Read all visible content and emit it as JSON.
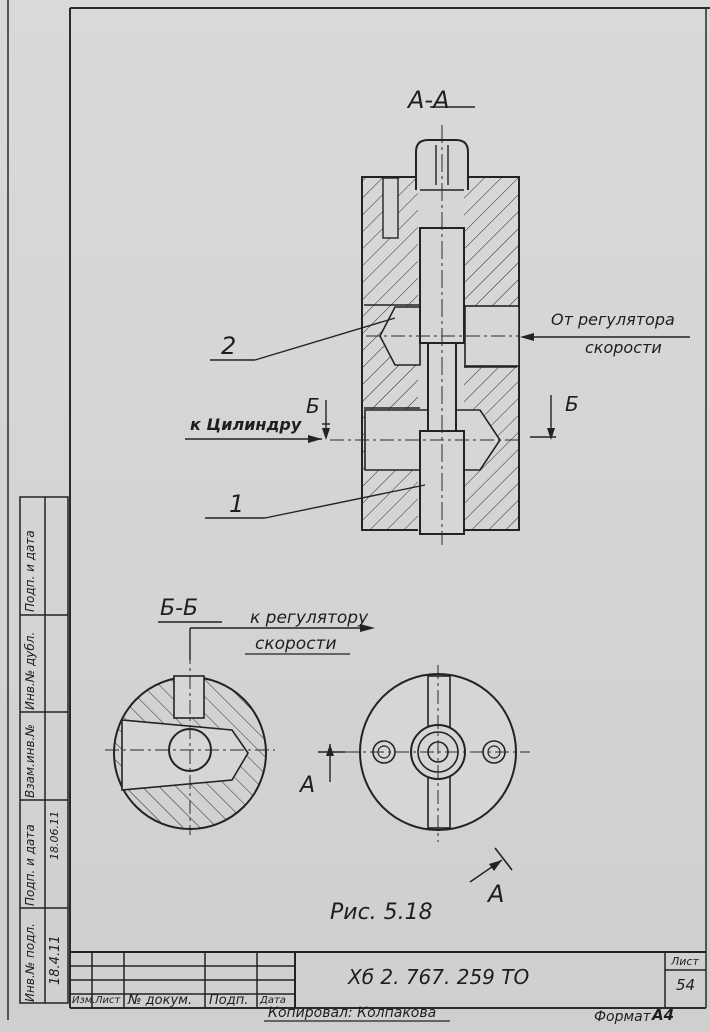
{
  "drawing": {
    "section_aa_title": "А-А",
    "section_bb_title": "Б-Б",
    "from_regulator_line1": "От регулятора",
    "from_regulator_line2": "скорости",
    "to_regulator_line1": "к регулятору",
    "to_regulator_line2": "скорости",
    "to_cylinder": "к Цилиндру",
    "leader_2": "2",
    "leader_1": "1",
    "cut_mark_b_left": "Б",
    "cut_mark_b_right": "Б",
    "cut_mark_a_left": "А",
    "cut_mark_a_right": "А",
    "figure_caption": "Рис. 5.18"
  },
  "side_stamp": {
    "col1": [
      "Инв.№ подл.",
      "Подп. и дата",
      "Взам.инв.№",
      "Инв.№ дубл.",
      "Подп. и дата"
    ],
    "values": [
      "18.4.11",
      "18.06.11"
    ]
  },
  "title_block": {
    "doc_number": "Хб 2. 767. 259 ТО",
    "headers": [
      "Изм.",
      "Лист",
      "№ докум.",
      "Подп.",
      "Дата"
    ],
    "sheet_label": "Лист",
    "sheet_number": "54",
    "copied_by": "Копировал: Колпакова",
    "format_label": "Формат",
    "format_value": "А4"
  }
}
